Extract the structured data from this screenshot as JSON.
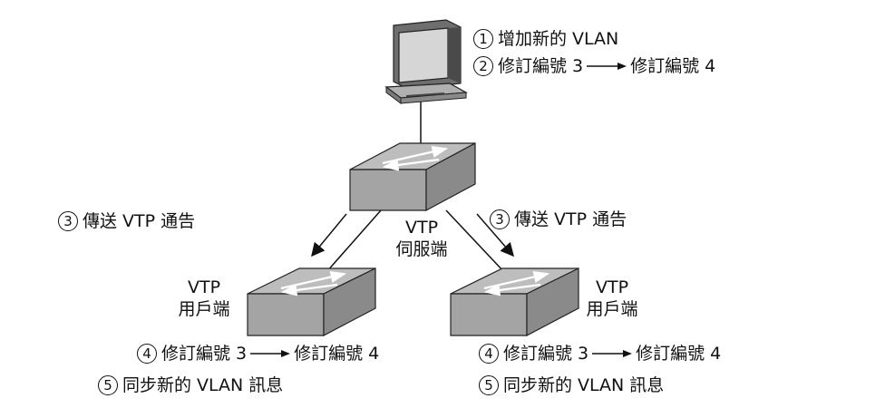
{
  "server_label": [
    "VTP",
    "伺服端"
  ],
  "left_client_label": [
    "VTP",
    "用戶端"
  ],
  "right_client_label": [
    "VTP",
    "用戶端"
  ],
  "steps": {
    "add_vlan": {
      "num": "1",
      "text": "增加新的 VLAN"
    },
    "pc_revision": {
      "num": "2",
      "from": "修訂編號 3",
      "to": "修訂編號 4"
    },
    "send_left": {
      "num": "3",
      "text": "傳送 VTP 通告"
    },
    "send_right": {
      "num": "3",
      "text": "傳送 VTP 通告"
    },
    "left_revision": {
      "num": "4",
      "from": "修訂編號 3",
      "to": "修訂編號 4"
    },
    "right_revision": {
      "num": "4",
      "from": "修訂編號 3",
      "to": "修訂編號 4"
    },
    "left_sync": {
      "num": "5",
      "text": "同步新的 VLAN 訊息"
    },
    "right_sync": {
      "num": "5",
      "text": "同步新的 VLAN 訊息"
    }
  }
}
